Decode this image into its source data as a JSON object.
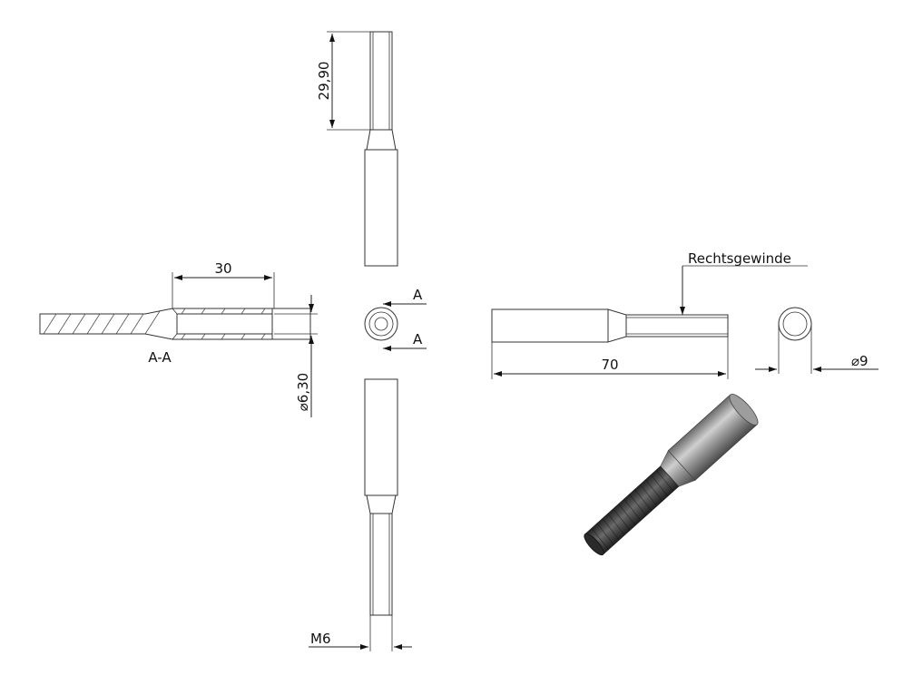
{
  "dimensions": {
    "top_thread_length": "29,90",
    "section_depth": "30",
    "diameter_inner": "⌀6,30",
    "thread_size": "M6",
    "total_length": "70",
    "outer_diameter": "⌀9"
  },
  "labels": {
    "section_mark_top": "A",
    "section_mark_bottom": "A",
    "section_name": "A-A",
    "thread_note": "Rechtsgewinde"
  }
}
